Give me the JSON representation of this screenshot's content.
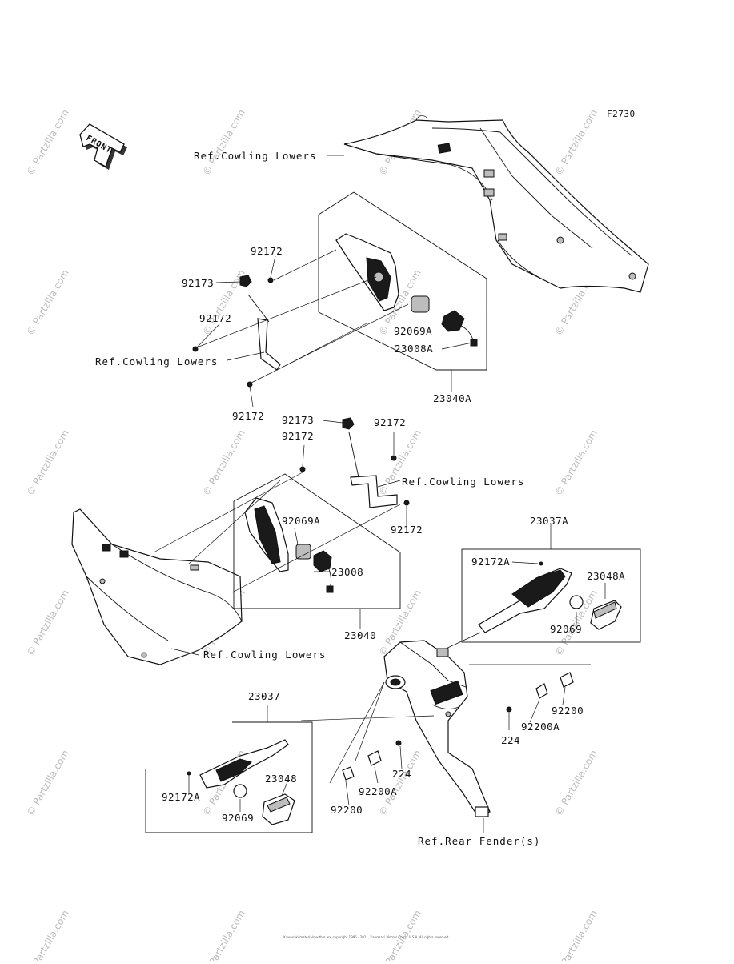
{
  "figure_code": "F2730",
  "front_arrow": "FRONT",
  "footer_text": "Kawasaki materials within are copyright 1995 - 2011, Kawasaki Motors Corp., U.S.A. All rights reserved.",
  "watermarks": [
    "© Partzilla.com"
  ],
  "labels": {
    "ref_cowling_lowers_1": "Ref.Cowling Lowers",
    "ref_cowling_lowers_2": "Ref.Cowling Lowers",
    "ref_cowling_lowers_3": "Ref.Cowling Lowers",
    "ref_cowling_lowers_4": "Ref.Cowling Lowers",
    "ref_rear_fender": "Ref.Rear Fender(s)",
    "p92172_a": "92172",
    "p92173_a": "92173",
    "p92172_b": "92172",
    "p92069A_a": "92069A",
    "p23008A": "23008A",
    "p23040A": "23040A",
    "p92172_c": "92172",
    "p92173_b": "92173",
    "p92172_d": "92172",
    "p92172_e": "92172",
    "p92172_f": "92172",
    "p92069A_b": "92069A",
    "p23008": "23008",
    "p23040": "23040",
    "p23037A": "23037A",
    "p92172A_a": "92172A",
    "p23048A": "23048A",
    "p92069_a": "92069",
    "p92200_a": "92200",
    "p92200A_a": "92200A",
    "p224_a": "224",
    "p224_b": "224",
    "p92200A_b": "92200A",
    "p92200_b": "92200",
    "p23037": "23037",
    "p92172A_b": "92172A",
    "p23048": "23048",
    "p92069_b": "92069"
  }
}
